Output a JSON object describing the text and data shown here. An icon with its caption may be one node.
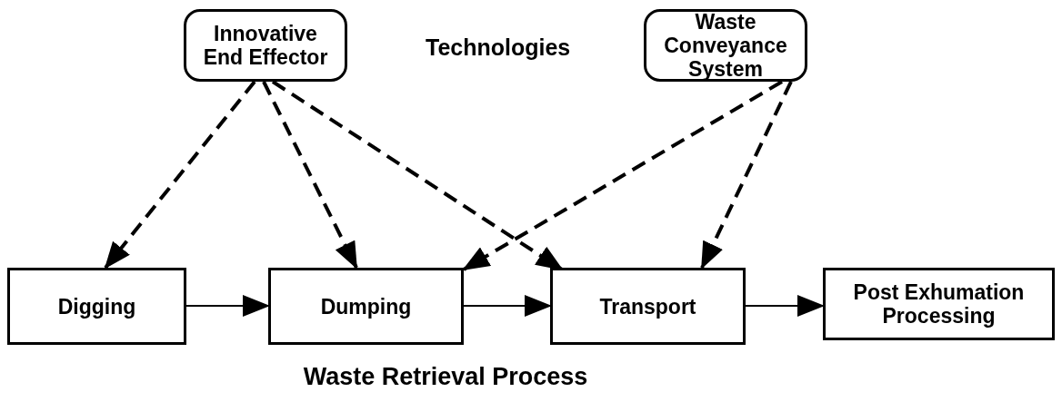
{
  "diagram": {
    "caption": "Waste Retrieval Process",
    "nodes": [
      {
        "text": [
          "Innovative End Effector"
        ]
      },
      {
        "text": [
          "Waste Conveyance System"
        ]
      },
      {
        "text": [
          "Digging"
        ]
      },
      {
        "text": [
          "Dumping"
        ]
      },
      {
        "text": [
          "Transport"
        ]
      },
      {
        "text": [
          "Post Exhumation Processing"
        ]
      }
    ],
    "edges": [
      {
        "from": 0,
        "to": 2,
        "arrow": "to",
        "style": "dashed"
      },
      {
        "from": 0,
        "to": 3,
        "arrow": "to",
        "style": "dashed"
      },
      {
        "from": 0,
        "to": 4,
        "arrow": "to",
        "style": "dashed"
      },
      {
        "from": 1,
        "to": 3,
        "arrow": "to",
        "style": "dashed"
      },
      {
        "from": 1,
        "to": 4,
        "arrow": "to",
        "style": "dashed"
      },
      {
        "from": 2,
        "to": 3,
        "arrow": "to"
      },
      {
        "from": 3,
        "to": 4,
        "arrow": "to"
      },
      {
        "from": 4,
        "to": 5,
        "arrow": "to"
      }
    ],
    "labels": [
      "Technologies"
    ]
  }
}
